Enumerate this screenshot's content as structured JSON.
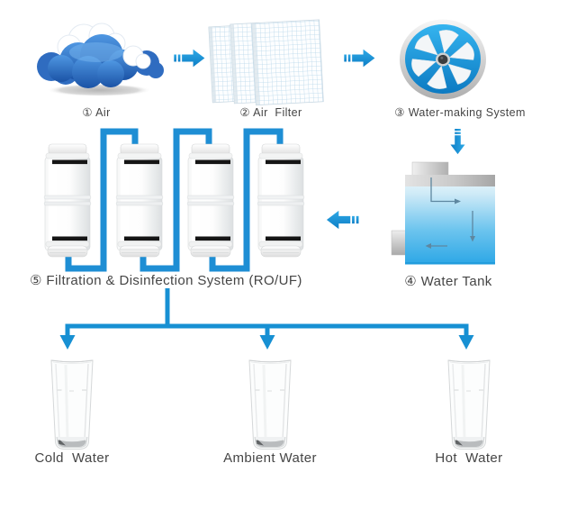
{
  "diagram_title": "Water-making process flow",
  "colors": {
    "flow_arrow_blue": "#179bdc",
    "pipe_blue": "#1e8ed4",
    "tank_water_blue": "#2da7e6",
    "cloud_blue": "#2b6fc4",
    "label_text": "#454545"
  },
  "flow": {
    "stages": [
      {
        "id": "air",
        "label": "① Air",
        "icon": "cloud-icon"
      },
      {
        "id": "air-filter",
        "label": "② Air  Filter",
        "icon": "air-filter-mesh-icon"
      },
      {
        "id": "water-making-system",
        "label": "③ Water-making System",
        "icon": "fan-icon"
      },
      {
        "id": "water-tank",
        "label": "④ Water Tank",
        "icon": "water-tank-icon"
      },
      {
        "id": "filtration-disinfection",
        "label": "⑤ Filtration & Disinfection System (RO/UF)",
        "icon": "filter-cartridges-icon"
      }
    ],
    "connectors": [
      {
        "from": "air",
        "to": "air-filter",
        "direction": "right",
        "icon": "striped-arrow-icon"
      },
      {
        "from": "air-filter",
        "to": "water-making-system",
        "direction": "right",
        "icon": "striped-arrow-icon"
      },
      {
        "from": "water-making-system",
        "to": "water-tank",
        "direction": "down",
        "icon": "striped-arrow-icon"
      },
      {
        "from": "water-tank",
        "to": "filtration-disinfection",
        "direction": "left",
        "icon": "striped-arrow-icon"
      }
    ],
    "outputs": [
      {
        "id": "cold-water",
        "label": "Cold  Water",
        "icon": "water-glass-icon"
      },
      {
        "id": "ambient-water",
        "label": "Ambient Water",
        "icon": "water-glass-icon"
      },
      {
        "id": "hot-water",
        "label": "Hot  Water",
        "icon": "water-glass-icon"
      }
    ]
  }
}
